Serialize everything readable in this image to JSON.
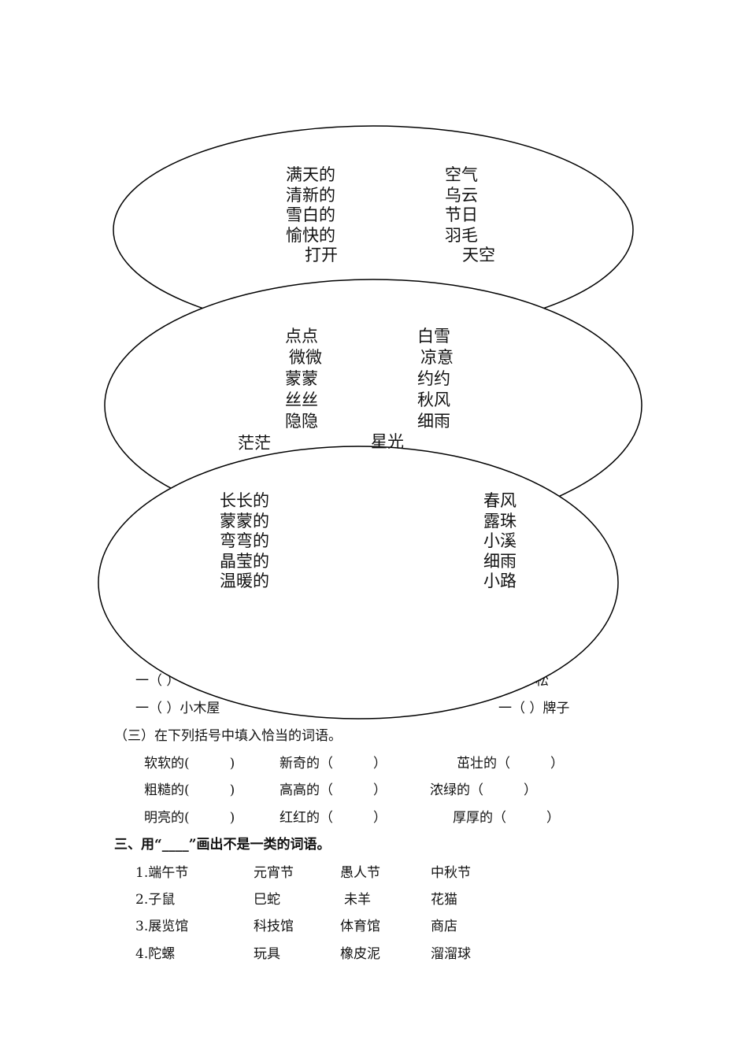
{
  "oval1": {
    "left": [
      "满天的",
      "清新的",
      "雪白的",
      "愉快的",
      "打开"
    ],
    "right": [
      "空气",
      "乌云",
      "节日",
      "羽毛",
      "天空"
    ]
  },
  "oval2": {
    "left": [
      "点点",
      "微微",
      "蒙蒙",
      "丝丝",
      "隐隐",
      "茫茫"
    ],
    "right": [
      "白雪",
      "凉意",
      "约约",
      "秋风",
      "细雨",
      "星光"
    ]
  },
  "oval3": {
    "left": [
      "长长的",
      "蒙蒙的",
      "弯弯的",
      "晶莹的",
      "温暖的"
    ],
    "right": [
      "春风",
      "露珠",
      "小溪",
      "细雨",
      "小路"
    ]
  },
  "measure": {
    "row1_left": "一（ ）",
    "row1_right": "松",
    "row2_left": "一（ ）小木屋",
    "row2_right": "一（ ）牌子"
  },
  "section3_sub": {
    "title": "（三）在下列括号中填入恰当的词语。",
    "rows": [
      [
        "软软的(　　　)",
        "新奇的（　　　）",
        "茁壮的（　　　）"
      ],
      [
        "粗糙的(　　　)",
        "高高的（　　　）",
        "浓绿的（　　　）"
      ],
      [
        "明亮的(　　　)",
        "红红的（　　　）",
        "厚厚的（　　　）"
      ]
    ]
  },
  "part3": {
    "title": "三、用“____”画出不是一类的词语。",
    "rows": [
      [
        "1.端午节",
        "元宵节",
        "愚人节",
        "中秋节"
      ],
      [
        "2.子鼠",
        "巳蛇",
        "未羊",
        "花猫"
      ],
      [
        "3.展览馆",
        "科技馆",
        "体育馆",
        "商店"
      ],
      [
        "4.陀螺",
        "玩具",
        "橡皮泥",
        "溜溜球"
      ]
    ]
  }
}
